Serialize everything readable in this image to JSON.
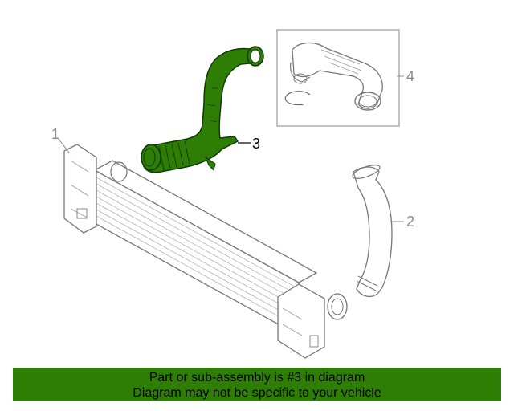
{
  "callouts": {
    "c1": "1",
    "c2": "2",
    "c3": "3",
    "c4": "4"
  },
  "highlight_color": "#2e7d05",
  "banner": {
    "line1": "Part or sub-assembly is #3 in diagram",
    "line2": "Diagram may not be specific to your vehicle"
  }
}
